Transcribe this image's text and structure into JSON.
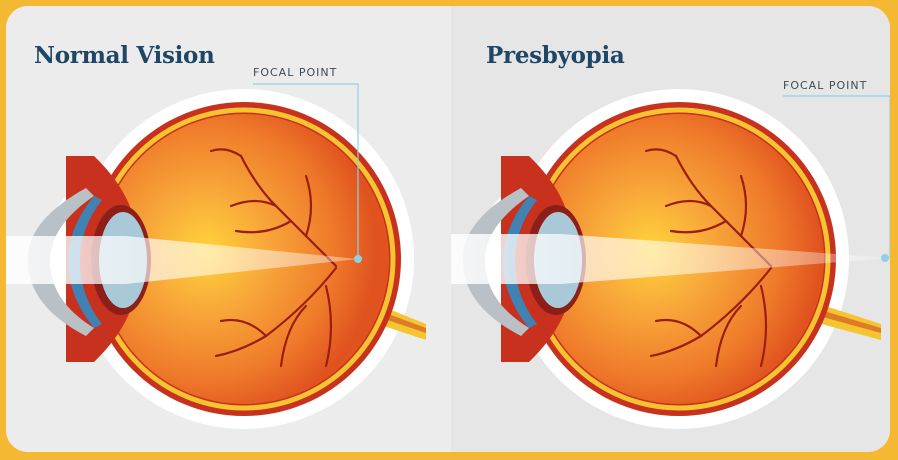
{
  "panels": [
    {
      "title": "Normal Vision",
      "focal_label": "FOCAL POINT",
      "focal_on_retina": true
    },
    {
      "title": "Presbyopia",
      "focal_label": "FOCAL POINT",
      "focal_on_retina": false
    }
  ],
  "colors": {
    "frame": "#f5b833",
    "title": "#1f4765",
    "eye_red": "#c8311e",
    "eye_orange": "#ef7a2a",
    "eye_core": "#ffd43a",
    "retina_yellow": "#f4c531",
    "cornea_blue": "#3f82b3",
    "focal_line": "#8fd0e6"
  }
}
